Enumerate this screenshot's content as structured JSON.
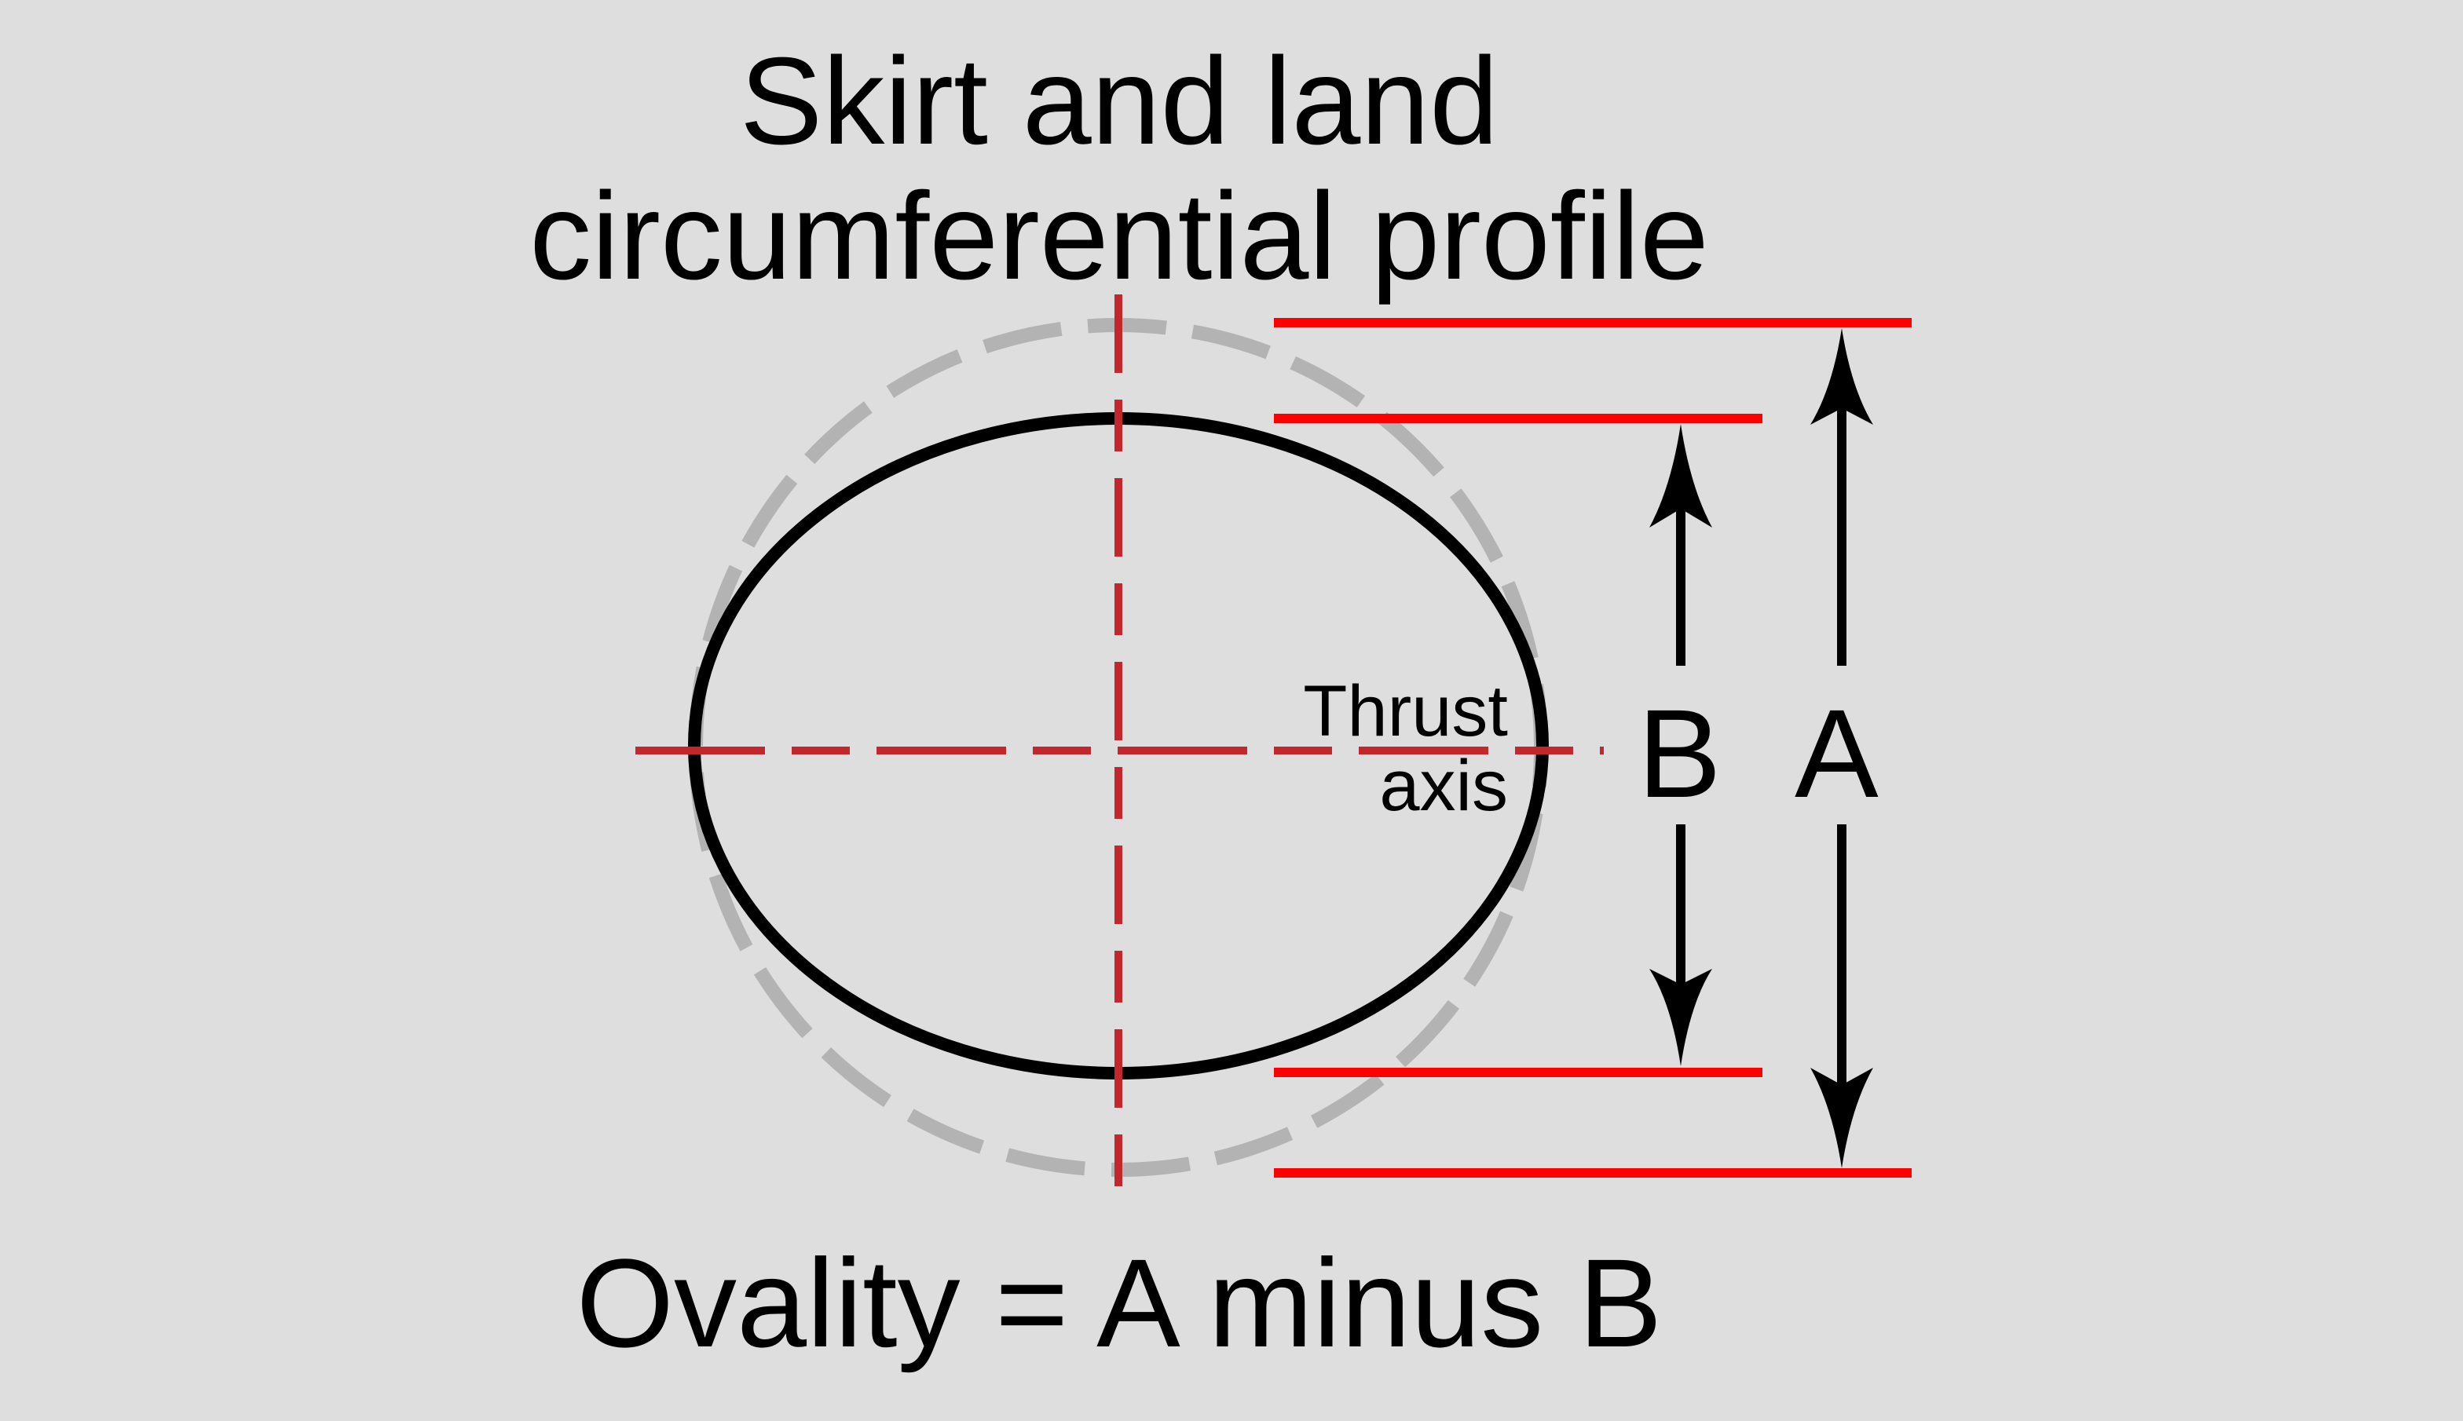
{
  "title": {
    "line1": "Skirt and land",
    "line2": "circumferential profile"
  },
  "labels": {
    "thrust": "Thrust",
    "axis": "axis",
    "dimension_b": "B",
    "dimension_a": "A"
  },
  "formula": "Ovality = A minus B",
  "colors": {
    "background": "#dedede",
    "profile_outline": "#000000",
    "nominal_circle": "#b3b3b3",
    "centerlines": "#c1272d",
    "dimension_lines": "#ff0000",
    "arrows": "#000000"
  }
}
